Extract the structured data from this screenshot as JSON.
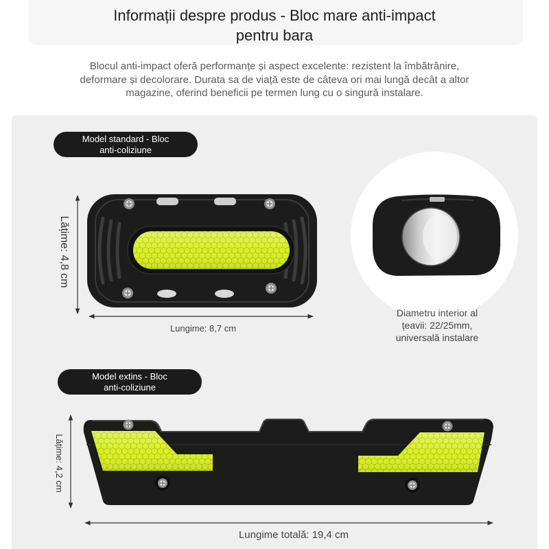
{
  "header": {
    "title": [
      "Informații despre produs - Bloc mare anti-impact",
      "pentru bara"
    ],
    "description": [
      "Blocul anti-impact oferă performanțe și aspect excelente: rezistent la îmbătrânire,",
      "deformare și decolorare. Durata sa de viață este de câteva ori mai lungă decât a altor",
      "magazine, oferind beneficii pe termen lung cu o singură instalare."
    ]
  },
  "standard_model": {
    "label": [
      "Model standard - Bloc",
      "anti-coliziune"
    ],
    "width_label": "Lățime: 4,8 cm",
    "length_label": "Lungime: 8,7 cm",
    "inner_diameter_note": [
      "Diametru interior al",
      "țeavii: 22/25mm,",
      "universală instalare"
    ]
  },
  "extended_model": {
    "label": [
      "Model extins - Bloc",
      "anti-coliziune"
    ],
    "width_label": "Lățime: 4,2 cm",
    "length_label": "Lungime totală: 19,4 cm"
  },
  "colors": {
    "panel": "#efefef",
    "label_pill": "#1b1b1b",
    "reflective_strip": "#d8f025",
    "block": "#1c1c1c",
    "dimension_lines": "#333333"
  }
}
